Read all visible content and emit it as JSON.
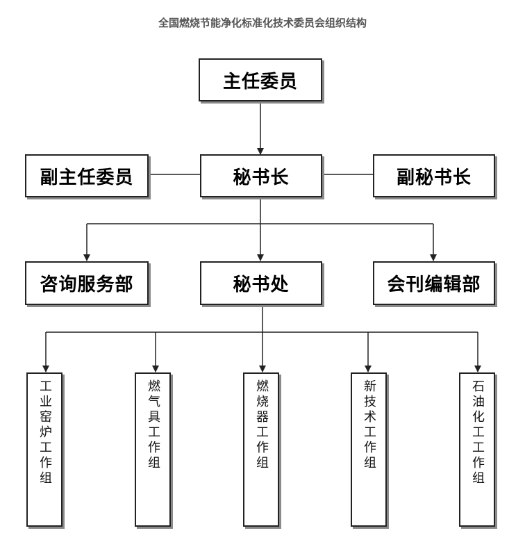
{
  "title": "全国燃烧节能净化标准化技术委员会组织结构",
  "colors": {
    "line": "#222222",
    "shadow": "#8a8a8a",
    "title": "#555555"
  },
  "nodes": {
    "chair": "主任委员",
    "vice_chair": "副主任委员",
    "secretary_general": "秘书长",
    "deputy_secretary_general": "副秘书长",
    "consulting_dept": "咨询服务部",
    "secretariat": "秘书处",
    "journal_dept": "会刊编辑部"
  },
  "groups": [
    "工业窑炉工作组",
    "燃气具工作组",
    "燃烧器工作组",
    "新技术工作组",
    "石油化工工作组"
  ]
}
